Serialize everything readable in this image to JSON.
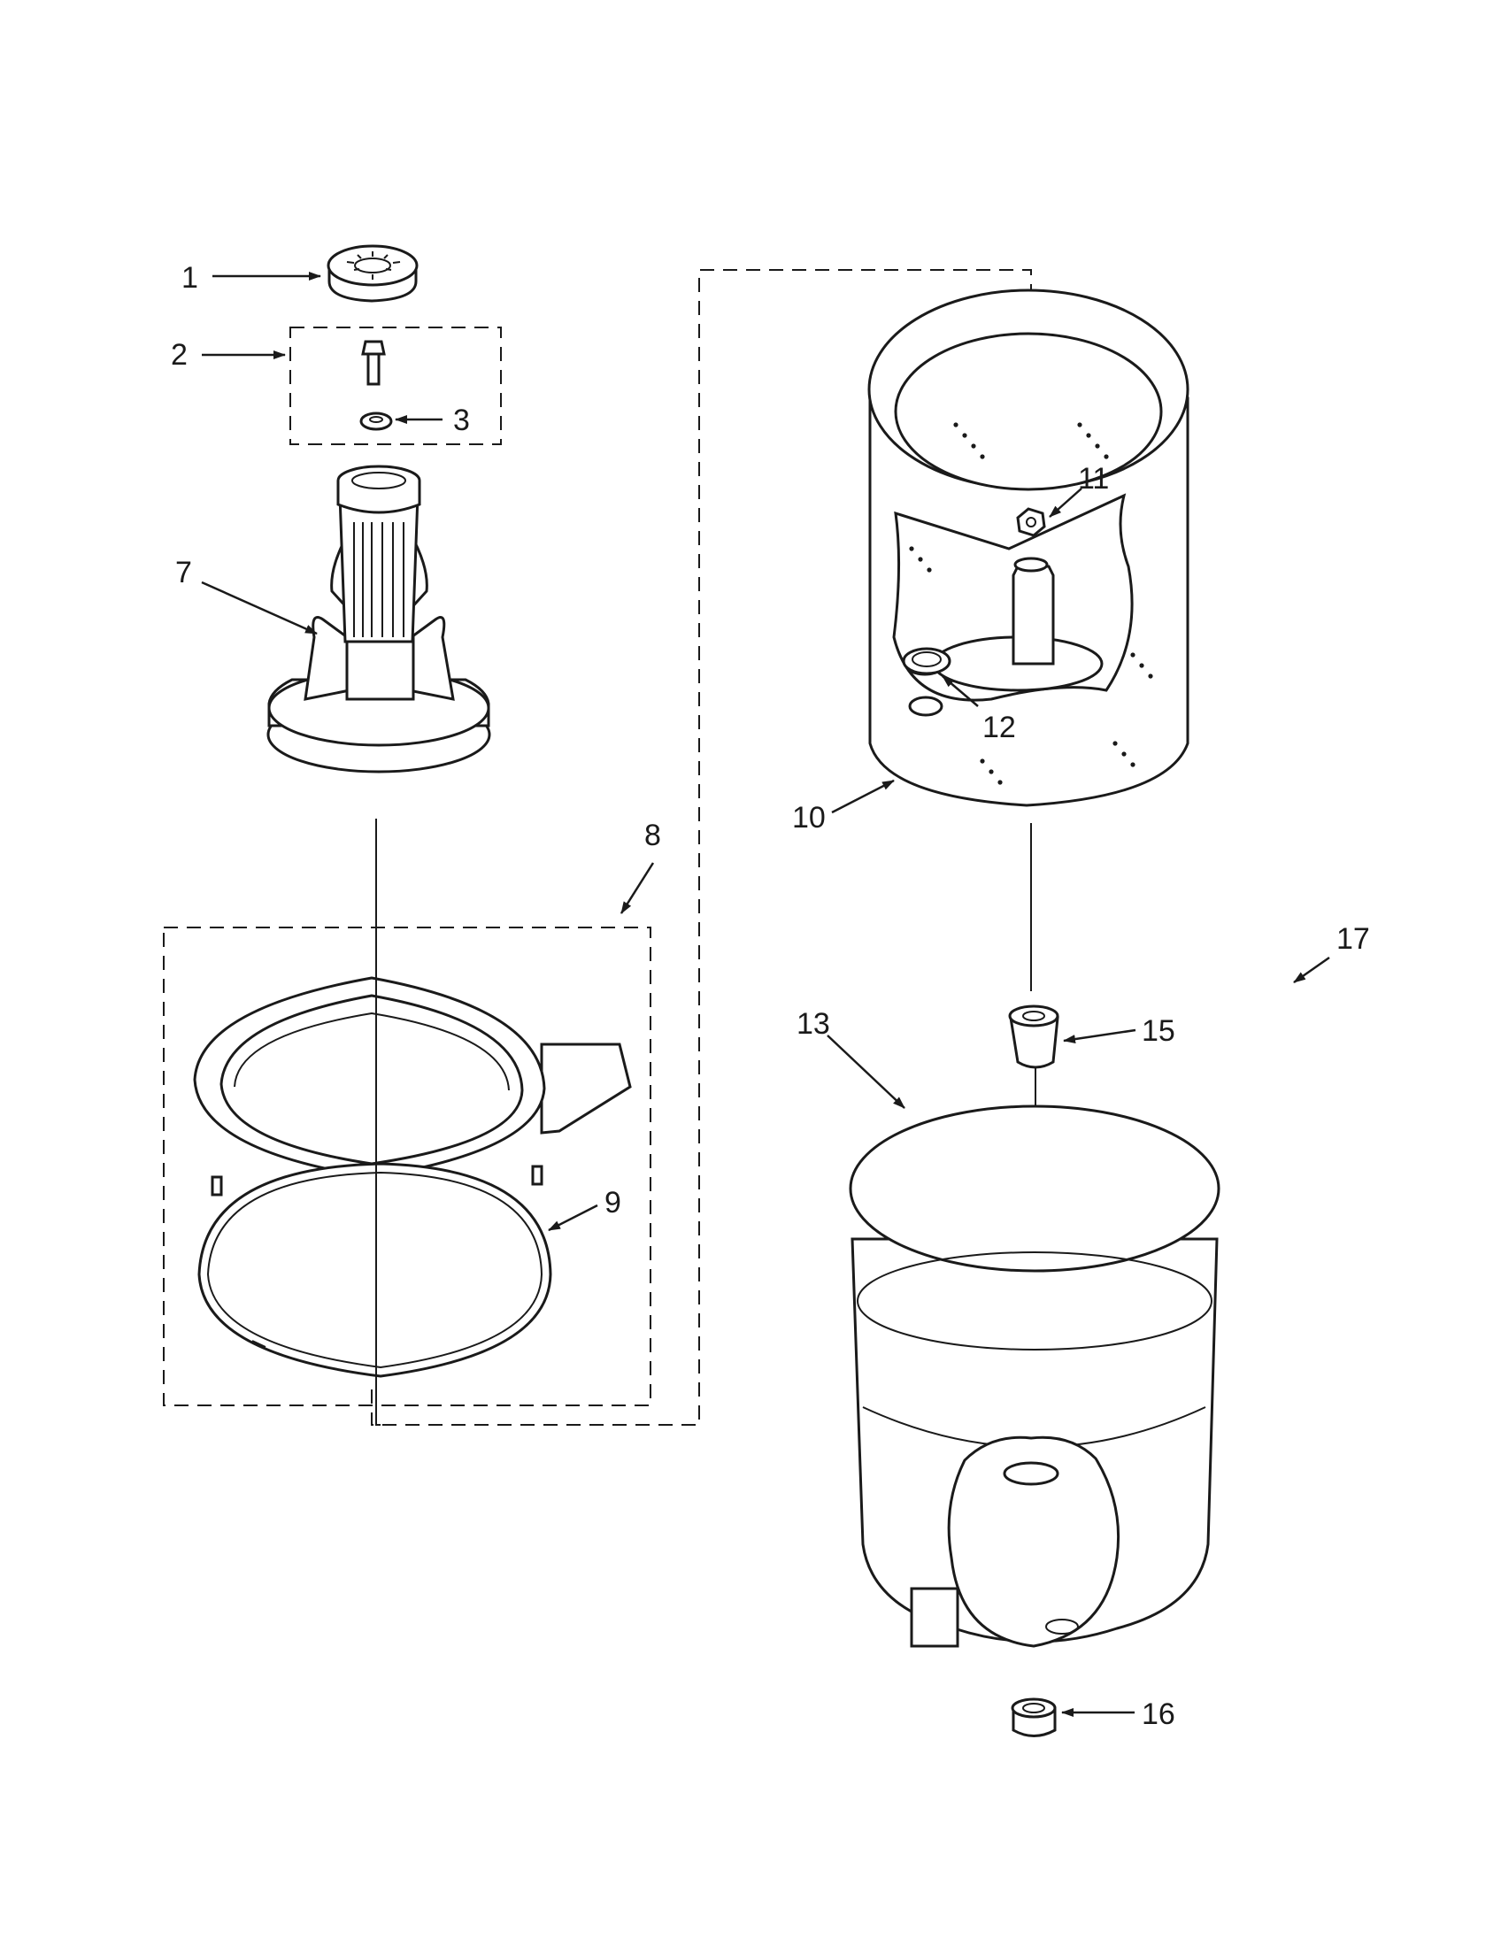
{
  "diagram": {
    "callouts": [
      {
        "id": "1",
        "text": "1"
      },
      {
        "id": "2",
        "text": "2"
      },
      {
        "id": "3",
        "text": "3"
      },
      {
        "id": "7",
        "text": "7"
      },
      {
        "id": "8",
        "text": "8"
      },
      {
        "id": "9",
        "text": "9"
      },
      {
        "id": "10",
        "text": "10"
      },
      {
        "id": "11",
        "text": "11"
      },
      {
        "id": "12",
        "text": "12"
      },
      {
        "id": "13",
        "text": "13"
      },
      {
        "id": "15",
        "text": "15"
      },
      {
        "id": "16",
        "text": "16"
      },
      {
        "id": "17",
        "text": "17"
      }
    ]
  }
}
